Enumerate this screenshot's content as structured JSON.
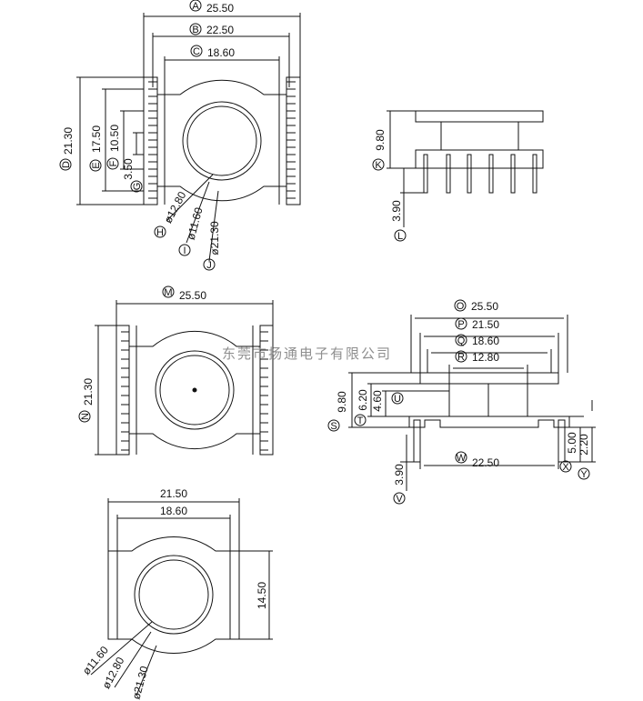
{
  "watermark": "东莞市扬通电子有限公司",
  "views": {
    "top": {
      "A": "25.50",
      "B": "22.50",
      "C": "18.60",
      "D": "21.30",
      "E": "17.50",
      "F": "10.50",
      "G": "3.50",
      "H": "ø12.80",
      "I": "ø11.60",
      "J": "ø21.30"
    },
    "side": {
      "K": "9.80",
      "L": "3.90"
    },
    "bottom": {
      "M": "25.50",
      "N": "21.30"
    },
    "front": {
      "O": "25.50",
      "P": "21.50",
      "Q": "18.60",
      "R": "12.80",
      "S": "9.80",
      "T": "6.20",
      "U": "4.60",
      "V": "3.90",
      "W": "22.50",
      "X": "5.00",
      "Y": "2.20"
    },
    "plan": {
      "w1": "21.50",
      "w2": "18.60",
      "h1": "14.50",
      "d1": "ø11.60",
      "d2": "ø12.80",
      "d3": "ø21.30"
    }
  }
}
